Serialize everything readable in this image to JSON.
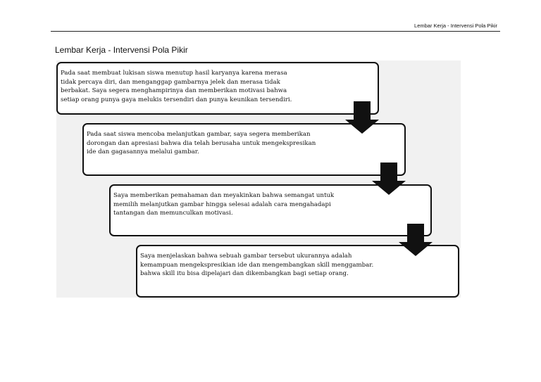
{
  "header": {
    "running_title": "Lembar Kerja - Intervensi Pola Pikir"
  },
  "page": {
    "title": "Lembar Kerja - Intervensi Pola Pikir"
  },
  "flowchart": {
    "steps": [
      {
        "lines": [
          "Pada saat membuat lukisan siswa menutup hasil karyanya karena merasa",
          "tidak percaya diri, dan menganggap gambarnya jelek dan merasa tidak",
          "berbakat. Saya segera menghampirinya dan memberikan motivasi bahwa",
          "setiap orang punya gaya melukis tersendiri dan punya keunikan tersendiri."
        ]
      },
      {
        "lines": [
          "Pada saat siswa mencoba melanjutkan gambar, saya segera memberikan",
          "dorongan dan apresiasi bahwa dia telah berusaha untuk mengekspresikan",
          "ide dan gagasannya melalui gambar."
        ]
      },
      {
        "lines": [
          "Saya memberikan pemahaman dan meyakinkan bahwa semangat untuk",
          "memilih melanjutkan gambar hingga selesai adalah cara mengahadapi",
          "tantangan dan memunculkan motivasi."
        ]
      },
      {
        "lines": [
          "Saya menjelaskan bahwa sebuah gambar tersebut ukurannya adalah",
          "kemampuan mengekspresikian ide dan mengembangkan skill menggambar.",
          "bahwa skill itu bisa dipelajari dan dikembangkan bagi setiap orang."
        ]
      }
    ]
  },
  "colors": {
    "box_border": "#111111",
    "arrow_fill": "#111111",
    "panel_background": "#f1f1f1"
  },
  "icons": {
    "connector": "down-arrow-icon"
  }
}
